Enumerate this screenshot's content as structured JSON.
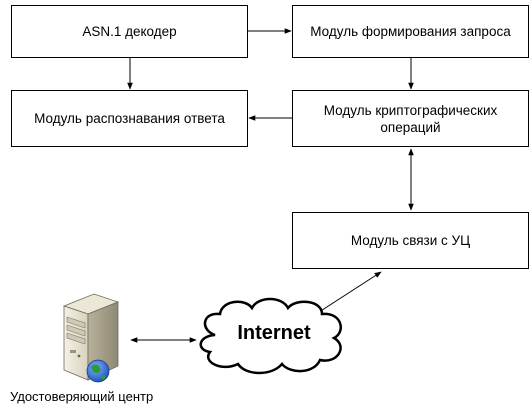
{
  "modules": {
    "asn_decoder": "ASN.1 декодер",
    "request_builder": "Модуль формирования запроса",
    "response_parser": "Модуль распознавания ответа",
    "crypto_ops": "Модуль криптографических операций",
    "ca_comm": "Модуль связи с УЦ"
  },
  "network": {
    "label": "Internet"
  },
  "server": {
    "label": "Удостоверяющий центр",
    "icon": "server-globe-icon"
  }
}
